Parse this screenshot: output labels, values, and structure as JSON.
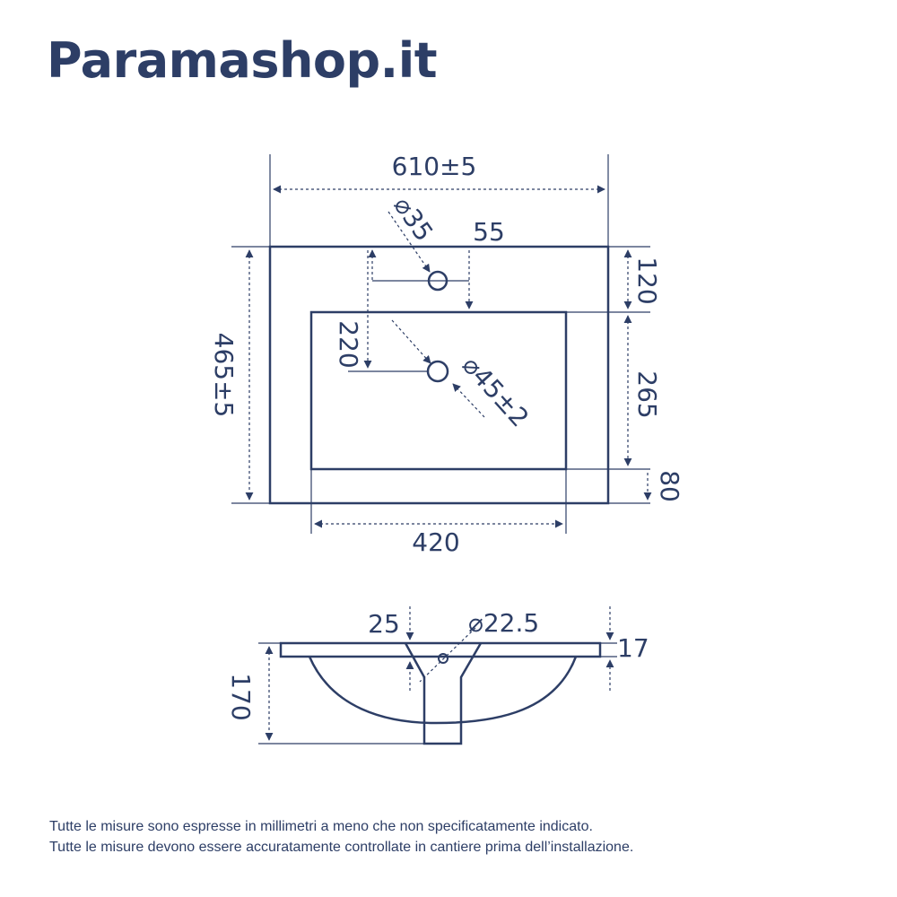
{
  "brand": "Paramashop.it",
  "top_view": {
    "width_total": "610±5",
    "depth_total": "465±5",
    "tap_hole": "⌀35",
    "tap_offset": "55",
    "back_margin": "120",
    "drain_from_top": "220",
    "drain_hole": "⌀45±2",
    "basin_depth": "265",
    "front_margin": "80",
    "basin_width": "420"
  },
  "side_view": {
    "overflow_offset": "25",
    "overflow_hole": "⌀22.5",
    "rim_thickness": "17",
    "total_height": "170"
  },
  "notes": [
    "Tutte le misure sono espresse in millimetri a meno che non specificatamente indicato.",
    "Tutte le misure devono essere accuratamente controllate in cantiere prima dell’installazione."
  ],
  "colors": {
    "ink": "#2d3e66",
    "background": "#ffffff"
  }
}
